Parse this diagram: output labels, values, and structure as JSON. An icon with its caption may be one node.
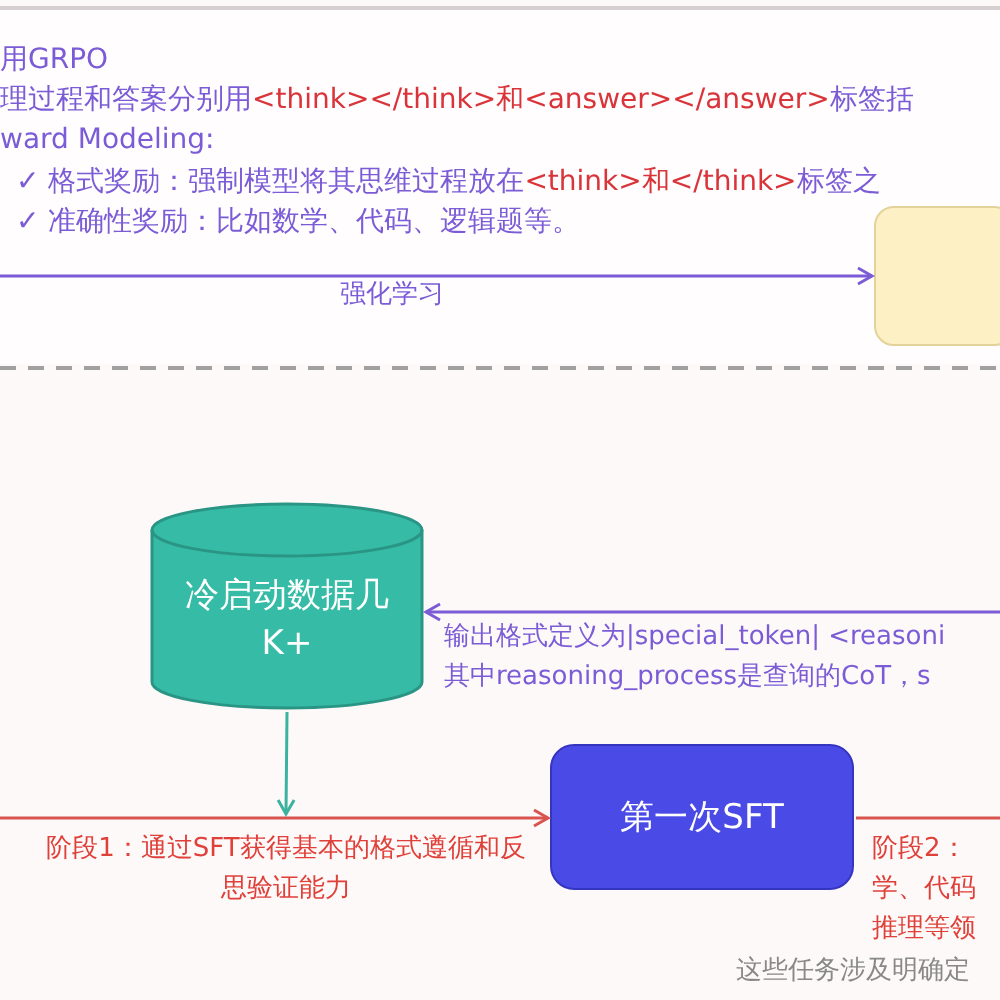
{
  "diagram": {
    "nodes": [
      {
        "text": [],
        "shape": "box"
      },
      {
        "text": [
          "冷启动数据几K+"
        ]
      },
      {
        "text": [
          "第一次SFT"
        ]
      }
    ],
    "edges": [
      {
        "from": null,
        "to": 0,
        "arrow": "to",
        "label": "强化学习",
        "color": "#7b5cd6"
      },
      {
        "from": null,
        "to": 1,
        "arrow": "to",
        "label": "输出格式定义为|special_token| <reasoni 其中reasoning_process是查询的CoT，s",
        "color": "#7b5cd6"
      },
      {
        "from": 1,
        "to": null,
        "arrow": "to",
        "color": "#3bb3a0"
      },
      {
        "from": null,
        "to": 2,
        "arrow": "to",
        "label": "阶段1：通过SFT获得基本的格式遵循和反思验证能力",
        "color": "#d9534f"
      },
      {
        "from": 2,
        "to": null,
        "arrow": "none",
        "label": "阶段2：学、代码推理等领",
        "color": "#d9534f"
      }
    ],
    "labels": [
      "用GRPO",
      "理过程和答案分别用",
      "<think></think>",
      "和",
      "<answer></answer>",
      "标签括",
      "ward Modeling:",
      "✓ 格式奖励：强制模型将其思维过程放在",
      "<think>和</think>",
      "标签之",
      "✓ 准确性奖励：比如数学、代码、逻辑题等。",
      "这些任务涉及明确定"
    ]
  }
}
